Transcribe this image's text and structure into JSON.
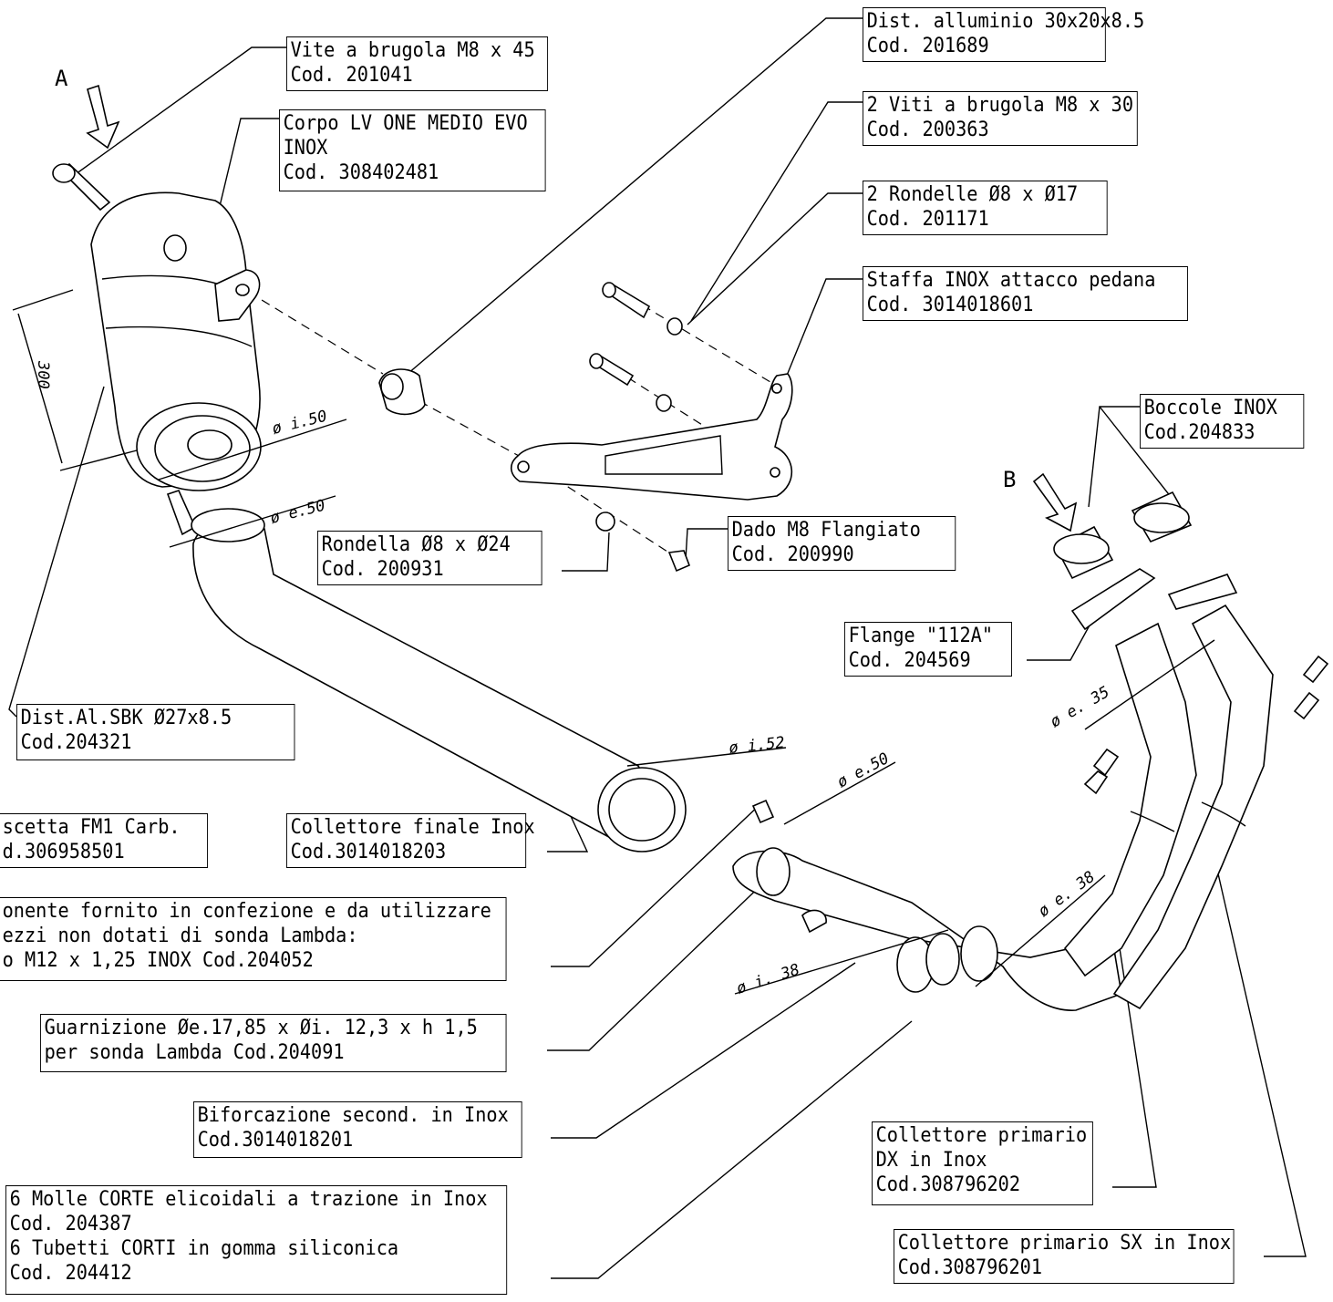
{
  "markers": {
    "a": "A",
    "b": "B"
  },
  "dimension": {
    "length": "300"
  },
  "diameters": {
    "d_i150": "ø i.50",
    "d_e50_top": "ø e.50",
    "d_i52": "ø i.52",
    "d_e50_mid": "ø e.50",
    "d_e35": "ø e. 35",
    "d_e38": "ø e. 38",
    "d_i38": "ø i. 38"
  },
  "labels": {
    "vite": [
      "Vite a brugola M8 x 45",
      "Cod. 201041"
    ],
    "corpo": [
      "Corpo LV ONE MEDIO EVO",
      "INOX",
      "Cod. 308402481"
    ],
    "dist_all": [
      "Dist. alluminio 30x20x8.5",
      "Cod. 201689"
    ],
    "viti2": [
      "2 Viti a brugola M8 x 30",
      "Cod. 200363"
    ],
    "rondelle2": [
      "2 Rondelle Ø8 x Ø17",
      "Cod. 201171"
    ],
    "staffa": [
      "Staffa INOX attacco pedana",
      "Cod. 3014018601"
    ],
    "boccole": [
      "Boccole INOX",
      "Cod.204833"
    ],
    "rondella": [
      "Rondella Ø8 x Ø24",
      "Cod. 200931"
    ],
    "dado": [
      "Dado M8 Flangiato",
      "Cod. 200990"
    ],
    "flange": [
      "Flange \"112A\"",
      "Cod. 204569"
    ],
    "dist_sbk": [
      "Dist.Al.SBK Ø27x8.5",
      "Cod.204321"
    ],
    "fascetta": [
      "scetta FM1 Carb.",
      "d.306958501"
    ],
    "collettore_finale": [
      "Collettore finale Inox",
      "Cod.3014018203"
    ],
    "componente": [
      "onente fornito in confezione e da utilizzare",
      "ezzi non dotati di sonda Lambda:",
      "o M12 x 1,25 INOX   Cod.204052"
    ],
    "guarnizione": [
      "Guarnizione Øe.17,85 x Øi. 12,3 x h 1,5",
      "per sonda Lambda Cod.204091"
    ],
    "biforcazione": [
      "Biforcazione second. in Inox",
      "Cod.3014018201"
    ],
    "molle": [
      "6 Molle CORTE elicoidali a trazione in Inox",
      "Cod. 204387",
      "6 Tubetti CORTI in gomma siliconica",
      "Cod. 204412"
    ],
    "coll_dx": [
      "Collettore primario",
      "DX in Inox",
      "Cod.308796202"
    ],
    "coll_sx": [
      "Collettore primario SX in Inox",
      "Cod.308796201"
    ]
  }
}
